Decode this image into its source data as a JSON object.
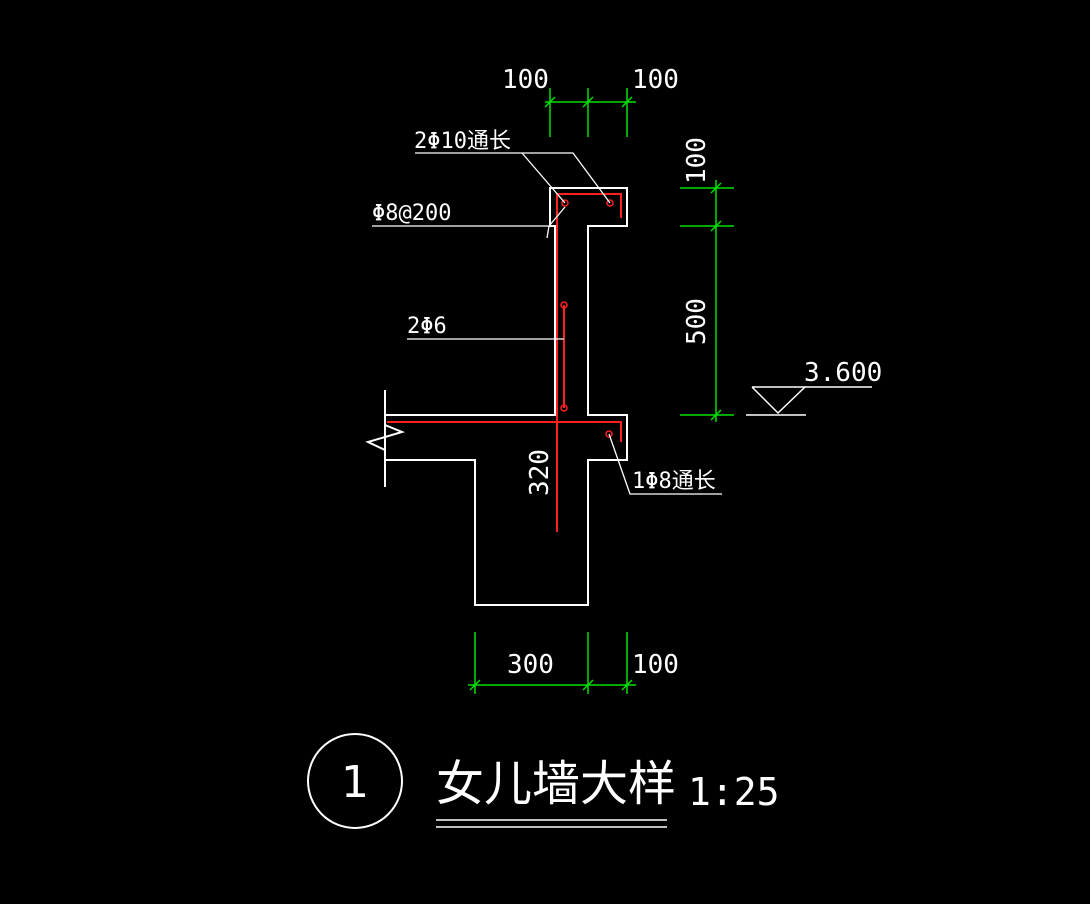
{
  "colors": {
    "background": "#000000",
    "outline": "#ffffff",
    "rebar": "#ff2020",
    "dimension": "#00e000"
  },
  "dimensions": {
    "top_left": "100",
    "top_right": "100",
    "right_top": "100",
    "right_mid": "500",
    "bottom_left": "300",
    "bottom_right": "100",
    "beam_height": "320"
  },
  "labels": {
    "top_bars": "2Φ10通长",
    "stirrups": "Φ8@200",
    "mid_bars": "2Φ6",
    "bottom_bar": "1Φ8通长"
  },
  "elevation": "3.600",
  "title": {
    "number": "1",
    "text": "女儿墙大样",
    "scale": "1:25"
  }
}
